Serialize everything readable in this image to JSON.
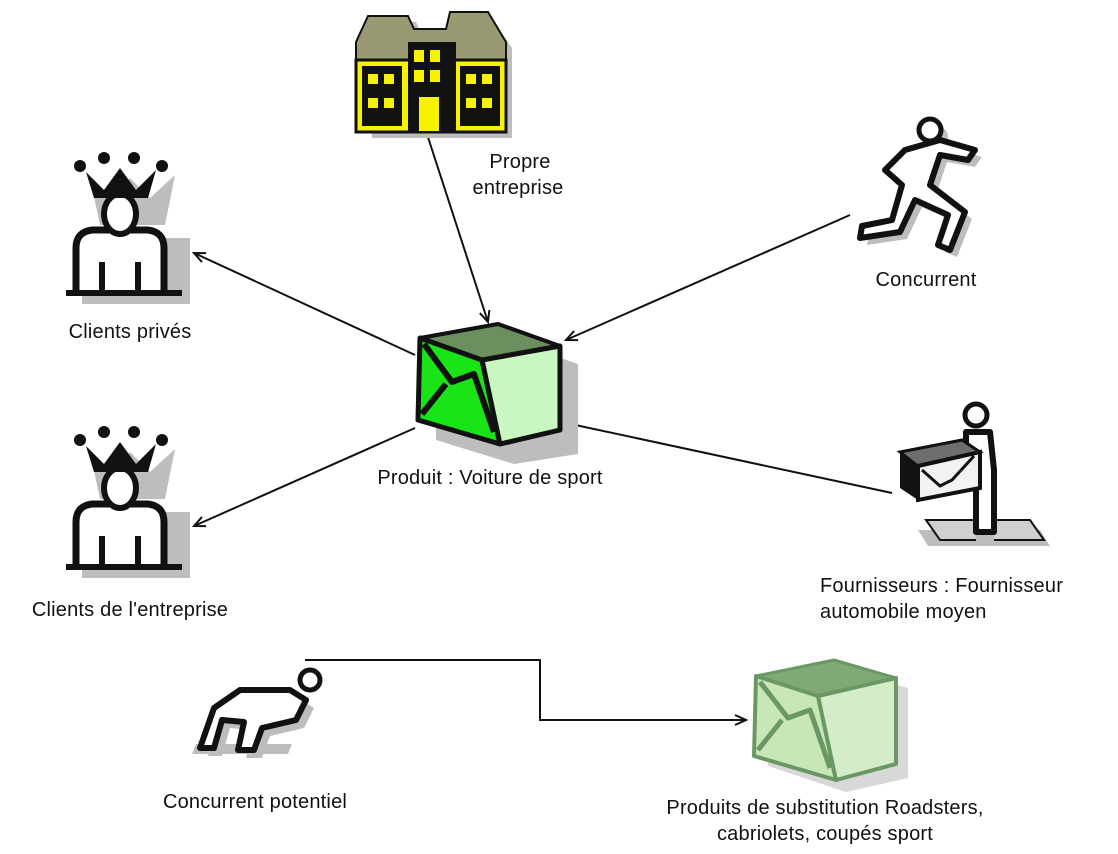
{
  "colors": {
    "line": "#111111",
    "shadow": "#bdbdbd",
    "building_fill": "#f6f200",
    "building_roof": "#9a9a72",
    "box_top": "#6c8f5f",
    "box_front": "#18e418",
    "box_side": "#c8f8c0",
    "ghost_top": "#7faa78",
    "ghost_front": "#c8e6b8",
    "ghost_side": "#d4ecc8"
  },
  "nodes": {
    "company": {
      "icon": "building-icon",
      "label": [
        "Propre",
        "entreprise"
      ]
    },
    "competitor": {
      "icon": "runner-icon",
      "label": [
        "Concurrent"
      ]
    },
    "private_clients": {
      "icon": "king-icon",
      "label": [
        "Clients privés"
      ]
    },
    "product": {
      "icon": "green-box-icon",
      "label": [
        "Produit : Voiture de sport"
      ]
    },
    "business_clients": {
      "icon": "king-icon",
      "label": [
        "Clients de l'entreprise"
      ]
    },
    "suppliers": {
      "icon": "carrier-icon",
      "label": [
        "Fournisseurs : Fournisseur",
        "automobile moyen"
      ]
    },
    "potential_competitor": {
      "icon": "sprinter-start-icon",
      "label": [
        "Concurrent potentiel"
      ]
    },
    "substitutes": {
      "icon": "faded-box-icon",
      "label": [
        "Produits de substitution Roadsters,",
        "cabriolets, coupés sport"
      ]
    }
  }
}
